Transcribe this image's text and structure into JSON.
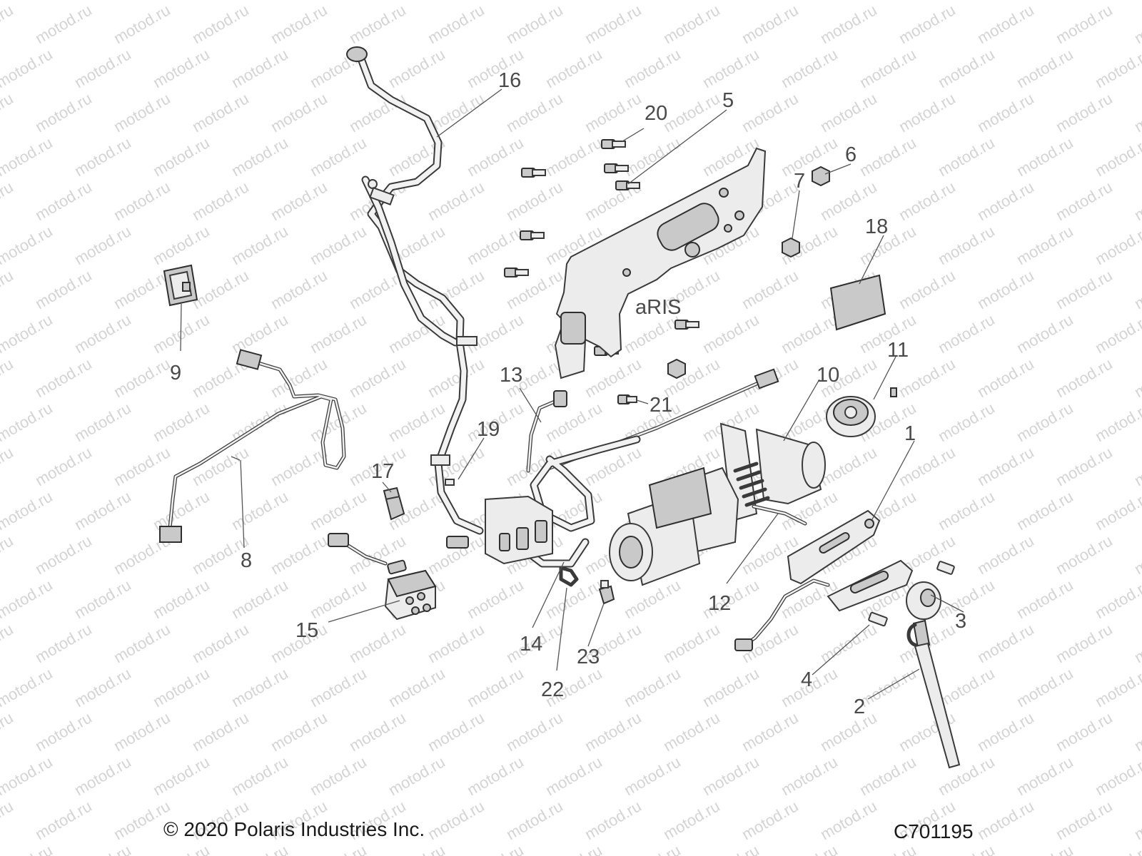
{
  "watermark": {
    "text": "motod.ru"
  },
  "brand_text": "aRIS",
  "callouts": [
    {
      "part": "hand-saver-plate",
      "label": "1"
    },
    {
      "part": "hook-strap",
      "label": "2"
    },
    {
      "part": "roller-fairlead-cap",
      "label": "3"
    },
    {
      "part": "fairlead-bolt",
      "label": "4"
    },
    {
      "part": "mounting-bolts",
      "label": "5"
    },
    {
      "part": "flange-nut",
      "label": "6"
    },
    {
      "part": "nut",
      "label": "7"
    },
    {
      "part": "wire-harness",
      "label": "8"
    },
    {
      "part": "rocker-switch",
      "label": "9"
    },
    {
      "part": "winch-assembly",
      "label": "10"
    },
    {
      "part": "clutch-knob",
      "label": "11"
    },
    {
      "part": "winch-cable",
      "label": "12"
    },
    {
      "part": "ground-cable",
      "label": "13"
    },
    {
      "part": "power-cable",
      "label": "14"
    },
    {
      "part": "contactor",
      "label": "15"
    },
    {
      "part": "battery-cable",
      "label": "16"
    },
    {
      "part": "cable-clip",
      "label": "17"
    },
    {
      "part": "decal",
      "label": "18"
    },
    {
      "part": "push-rivet",
      "label": "19"
    },
    {
      "part": "screw",
      "label": "20"
    },
    {
      "part": "bolt",
      "label": "21"
    },
    {
      "part": "cable-tie",
      "label": "22"
    },
    {
      "part": "cable-clamp",
      "label": "23"
    }
  ],
  "footer": {
    "copyright": "© 2020 Polaris Industries Inc.",
    "drawing_id": "C701195"
  }
}
